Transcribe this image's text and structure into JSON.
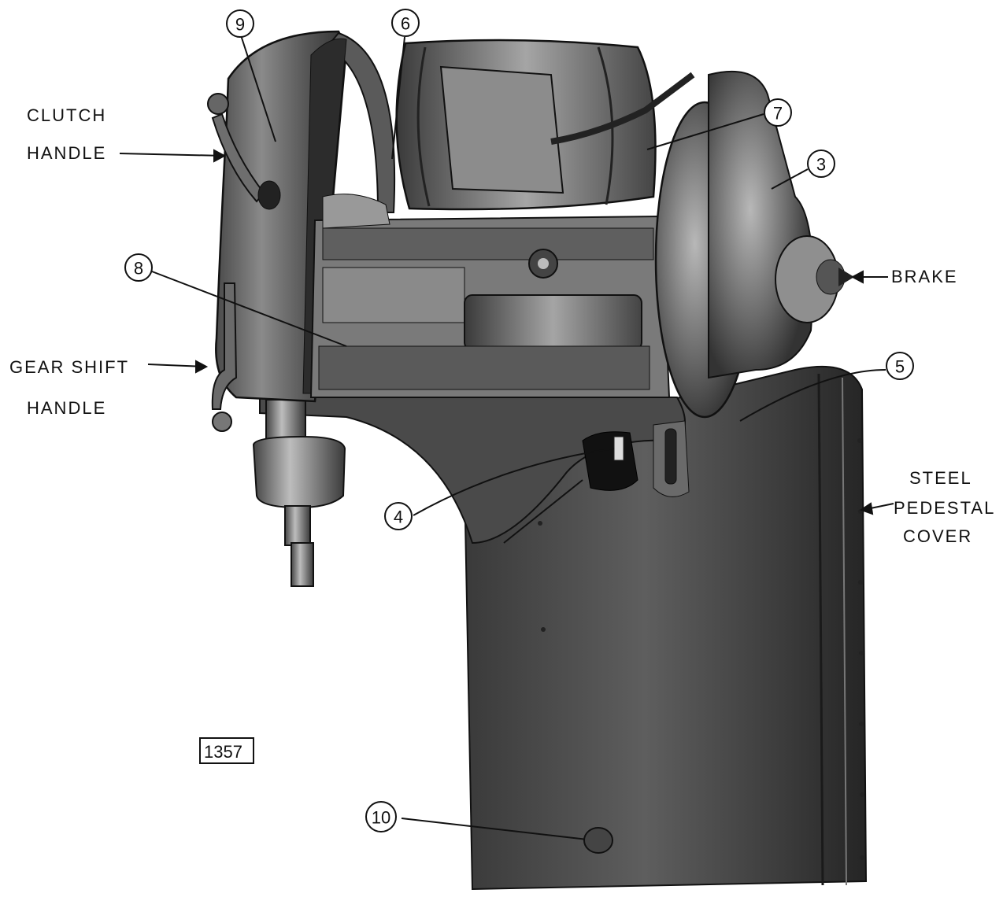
{
  "labels": {
    "clutch_1": "CLUTCH",
    "clutch_2": "HANDLE",
    "gear_1": "GEAR SHIFT",
    "gear_2": "HANDLE",
    "brake": "BRAKE",
    "steel_1": "STEEL",
    "steel_2": "PEDESTAL",
    "steel_3": "COVER"
  },
  "callouts": {
    "c9": "9",
    "c6": "6",
    "c7": "7",
    "c3": "3",
    "c8": "8",
    "c5": "5",
    "c4": "4",
    "c10": "10"
  },
  "figure_number": "1357",
  "colors": {
    "ink": "#111111",
    "metal_dark": "#2e2e2e",
    "metal_mid": "#5a5a5a",
    "metal_light": "#9a9a9a"
  }
}
